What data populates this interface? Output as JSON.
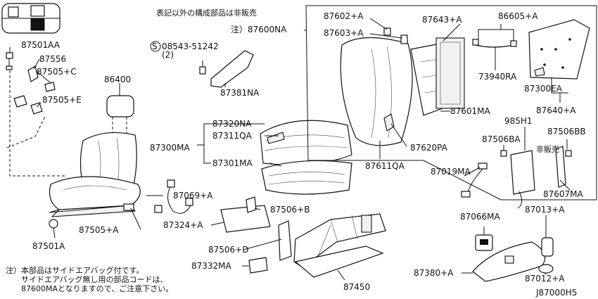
{
  "diagram_id": "J87000H5",
  "header_note": "表記以外の構成部品は非販売",
  "assembly_note": "注）87600NA",
  "not_sold_label": "非販売",
  "footnote": [
    "注）本部品はサイドエアバッグ付です。",
    "サイドエアバッグ無し用の部品コードは、",
    "87600MAとなりますので、ご注意下さい。"
  ],
  "screw_spec": "08543-51242",
  "screw_qty": "(2)",
  "screw_symbol": "S",
  "parts": [
    {
      "id": "87501AA"
    },
    {
      "id": "87556"
    },
    {
      "id": "87505+C"
    },
    {
      "id": "86400"
    },
    {
      "id": "87505+E"
    },
    {
      "id": "87381NA"
    },
    {
      "id": "87320NA"
    },
    {
      "id": "87311QA"
    },
    {
      "id": "87300MA"
    },
    {
      "id": "87301MA"
    },
    {
      "id": "87602+A"
    },
    {
      "id": "87603+A"
    },
    {
      "id": "87643+A"
    },
    {
      "id": "86605+A"
    },
    {
      "id": "73940RA"
    },
    {
      "id": "87300EA"
    },
    {
      "id": "87601MA"
    },
    {
      "id": "87640+A"
    },
    {
      "id": "87620PA"
    },
    {
      "id": "87611QA"
    },
    {
      "id": "985H1"
    },
    {
      "id": "87506BB"
    },
    {
      "id": "87506BA"
    },
    {
      "id": "87019MA"
    },
    {
      "id": "87607MA"
    },
    {
      "id": "87069+A"
    },
    {
      "id": "87506+B"
    },
    {
      "id": "87324+A"
    },
    {
      "id": "87505+A"
    },
    {
      "id": "87501A"
    },
    {
      "id": "87066MA"
    },
    {
      "id": "87013+A"
    },
    {
      "id": "87506+D"
    },
    {
      "id": "87332MA"
    },
    {
      "id": "87450"
    },
    {
      "id": "87380+A"
    },
    {
      "id": "87012+A"
    }
  ]
}
